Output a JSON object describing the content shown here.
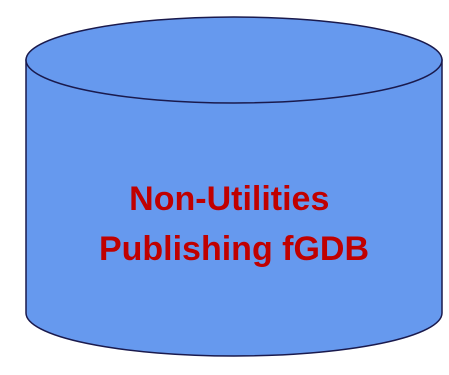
{
  "diagram": {
    "shape": "database-cylinder",
    "label_lines": [
      "Non-Utilities",
      "Publishing fGDB"
    ],
    "colors": {
      "fill": "#6699ee",
      "outline": "#1a1a4d",
      "label": "#c00000"
    }
  }
}
